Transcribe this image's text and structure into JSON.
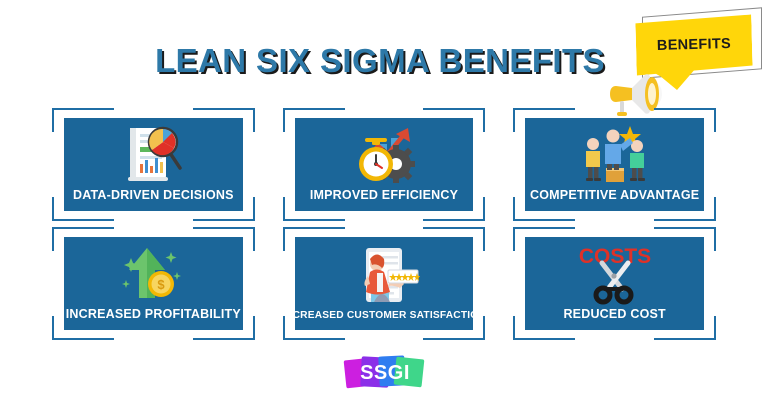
{
  "header": {
    "title": "LEAN SIX SIGMA BENEFITS",
    "banner_label": "BENEFITS",
    "megaphone_icon": "megaphone-icon",
    "title_color": "#2e79a8",
    "banner_color": "#ffd60a"
  },
  "theme": {
    "background": "#ffffff",
    "card_fill": "#1b6699",
    "frame_stroke": "#1f6ea5",
    "label_color": "#ffffff"
  },
  "cards": [
    {
      "label": "DATA-DRIVEN DECISIONS",
      "icon": "report-magnifier-pie-chart-icon",
      "label_size": "normal"
    },
    {
      "label": "IMPROVED EFFICIENCY",
      "icon": "stopwatch-gear-growth-arrow-icon",
      "label_size": "normal"
    },
    {
      "label": "COMPETITIVE ADVANTAGE",
      "icon": "podium-winners-star-icon",
      "label_size": "normal"
    },
    {
      "label": "INCREASED PROFITABILITY",
      "icon": "green-up-arrow-dollar-coin-icon",
      "label_size": "normal"
    },
    {
      "label": "INCREASED CUSTOMER SATISFACTION",
      "icon": "customer-five-star-review-tablet-icon",
      "label_size": "small"
    },
    {
      "label": "REDUCED COST",
      "icon": "scissors-cutting-costs-icon",
      "label_size": "normal"
    }
  ],
  "card6": {
    "cut_word": "COSTS",
    "cut_word_color": "#e03127"
  },
  "footer": {
    "logo_text": "SSGI",
    "logo_colors": [
      "#cc1fe0",
      "#8b2fe8",
      "#2f7df0",
      "#3fd68a"
    ]
  }
}
